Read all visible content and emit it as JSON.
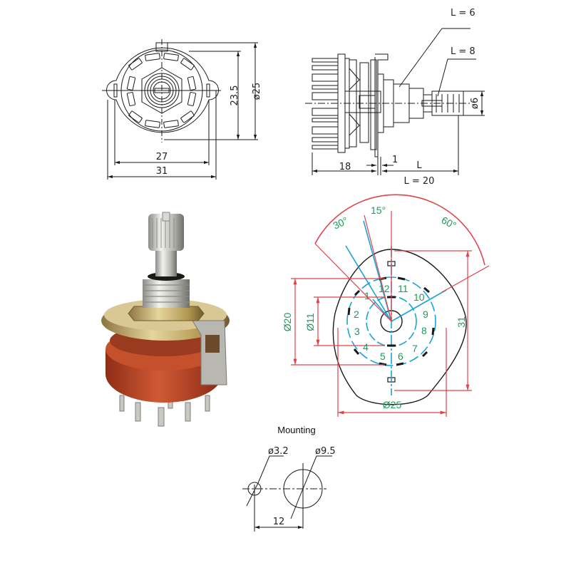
{
  "colors": {
    "line": "#1a1a1a",
    "dim_red": "#e0434a",
    "center_blue": "#1aa3d6",
    "label_green": "#1e9a5a",
    "body_red": "#b8452a",
    "metal": "#c8b07a"
  },
  "front_view": {
    "width_inner": "27",
    "width_outer": "31",
    "height_inner": "23.5",
    "diameter": "ø25"
  },
  "side_view": {
    "callout_nut": "L = 6",
    "callout_shaft": "L = 8",
    "shaft_dia": "ø6",
    "depth_body": "18",
    "panel_thk": "1",
    "shaft_len_var": "L",
    "shaft_len": "L = 20"
  },
  "pin_layout": {
    "angle_a": "30°",
    "angle_b": "15°",
    "angle_c": "60°",
    "dia_outer_ring": "Ø20",
    "dia_inner_ring": "Ø11",
    "height": "31",
    "dia_body": "Ø25",
    "pins": [
      "1",
      "2",
      "3",
      "4",
      "5",
      "6",
      "7",
      "8",
      "9",
      "10",
      "11",
      "12"
    ]
  },
  "mounting": {
    "title": "Mounting",
    "small_hole": "ø3.2",
    "large_hole": "ø9.5",
    "spacing": "12"
  }
}
